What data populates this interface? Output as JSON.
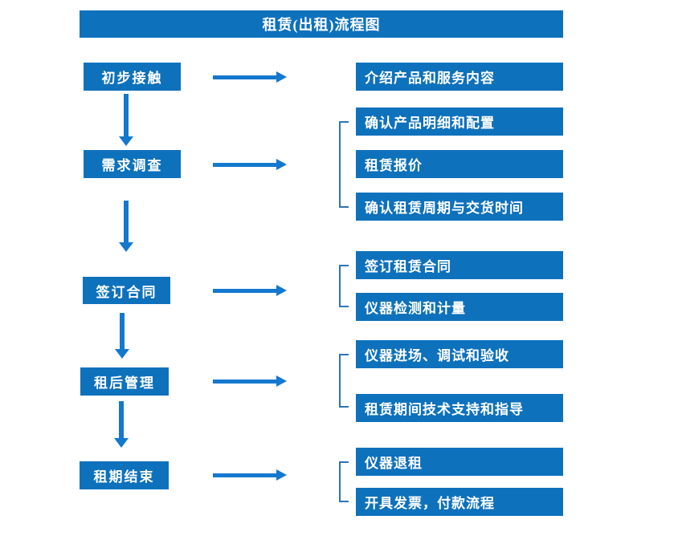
{
  "title": "租赁(出租)流程图",
  "colors": {
    "box_blue": "#0e71bc",
    "arrow_blue": "#1478ce",
    "bracket_blue": "#2e74b5",
    "text_white": "#ffffff",
    "background": "#ffffff"
  },
  "steps": [
    {
      "label": "初步接触",
      "outputs": [
        "介绍产品和服务内容"
      ]
    },
    {
      "label": "需求调查",
      "outputs": [
        "确认产品明细和配置",
        "租赁报价",
        "确认租赁周期与交货时间"
      ]
    },
    {
      "label": "签订合同",
      "outputs": [
        "签订租赁合同",
        "仪器检测和计量"
      ]
    },
    {
      "label": "租后管理",
      "outputs": [
        "仪器进场、调试和验收",
        "租赁期间技术支持和指导"
      ]
    },
    {
      "label": "租期结束",
      "outputs": [
        "仪器退租",
        "开具发票，付款流程"
      ]
    }
  ]
}
